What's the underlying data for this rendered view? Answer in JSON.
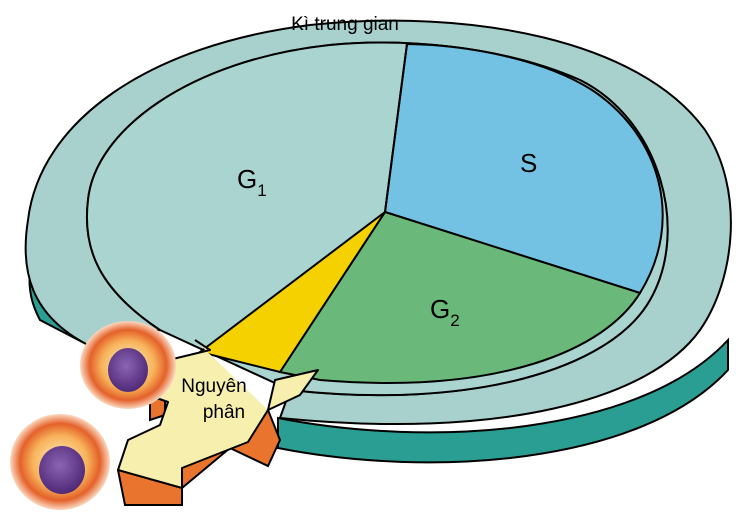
{
  "ring_label": "Kì trung gian",
  "phases": {
    "g1": {
      "main": "G",
      "sub": "1"
    },
    "s": {
      "main": "S"
    },
    "g2": {
      "main": "G",
      "sub": "2"
    }
  },
  "mitosis": {
    "line1": "Nguyên",
    "line2": "phân"
  },
  "colors": {
    "g1": "#a9d4cf",
    "s": "#74c2e3",
    "g2": "#6ab97a",
    "mitosis": "#f6d100",
    "ring_top": "#a8d1cd",
    "ring_side": "#2a9e92",
    "arrow_top": "#f7efae",
    "arrow_side": "#e8742d",
    "cell_outer": "#f08a3c",
    "cell_nucleus": "#6a3d93"
  }
}
